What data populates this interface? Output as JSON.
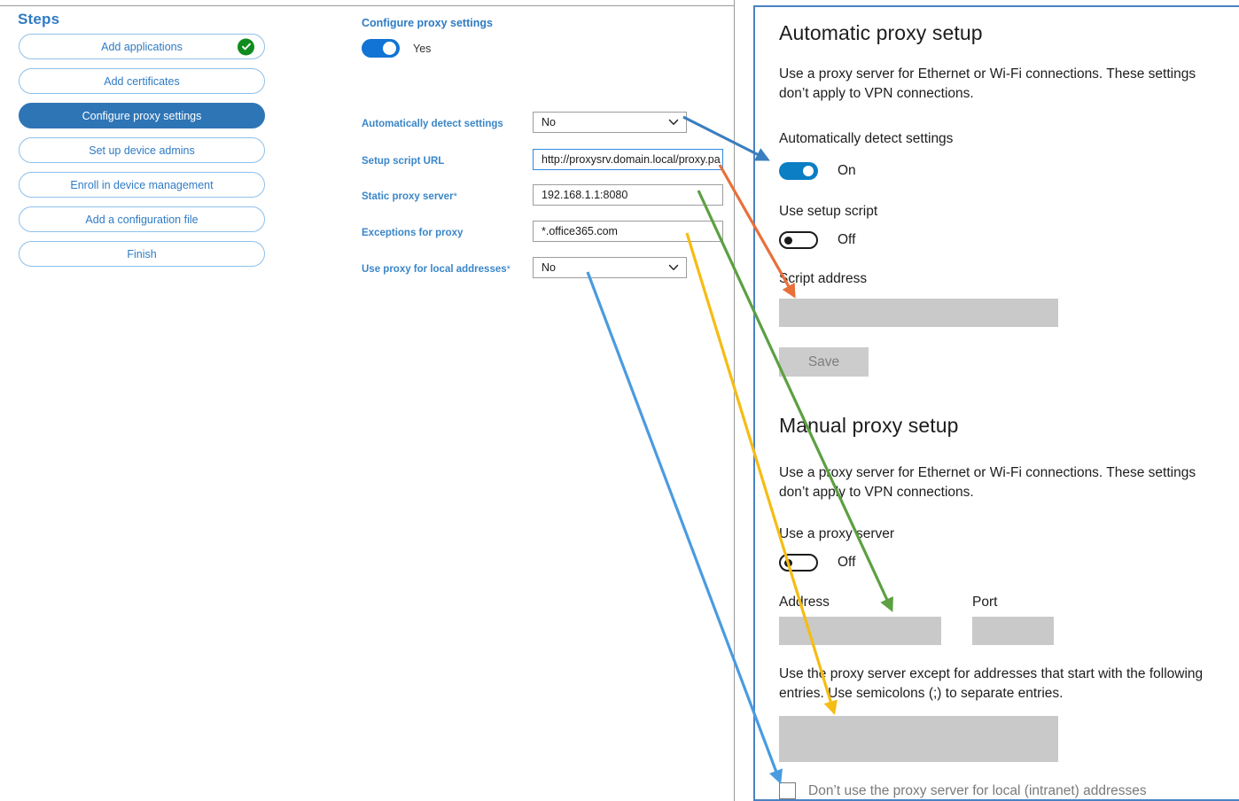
{
  "steps_panel": {
    "title": "Steps",
    "items": [
      {
        "label": "Add applications",
        "state": "complete"
      },
      {
        "label": "Add certificates",
        "state": "default"
      },
      {
        "label": "Configure proxy settings",
        "state": "active"
      },
      {
        "label": "Set up device admins",
        "state": "default"
      },
      {
        "label": "Enroll in device management",
        "state": "default"
      },
      {
        "label": "Add a configuration file",
        "state": "default"
      },
      {
        "label": "Finish",
        "state": "default"
      }
    ]
  },
  "form": {
    "heading": "Configure proxy settings",
    "master_toggle": {
      "value": "Yes",
      "state": "on"
    },
    "fields": [
      {
        "label": "Automatically detect settings",
        "required": "",
        "type": "select",
        "value": "No"
      },
      {
        "label": "Setup script URL",
        "required": "",
        "type": "text",
        "value": "http://proxysrv.domain.local/proxy.pa"
      },
      {
        "label": "Static proxy server",
        "required": "*",
        "type": "text",
        "value": "192.168.1.1:8080"
      },
      {
        "label": "Exceptions for proxy",
        "required": "",
        "type": "text",
        "value": "*.office365.com"
      },
      {
        "label": "Use proxy for local addresses",
        "required": "*",
        "type": "select",
        "value": "No"
      }
    ]
  },
  "windows_settings": {
    "automatic": {
      "heading": "Automatic proxy setup",
      "description": "Use a proxy server for Ethernet or Wi-Fi connections. These settings don’t apply to VPN connections.",
      "auto_detect_label": "Automatically detect settings",
      "auto_detect_value": "On",
      "setup_script_label": "Use setup script",
      "setup_script_value": "Off",
      "script_address_label": "Script address",
      "script_address_value": "",
      "save_label": "Save"
    },
    "manual": {
      "heading": "Manual proxy setup",
      "description": "Use a proxy server for Ethernet or Wi-Fi connections. These settings don’t apply to VPN connections.",
      "use_proxy_label": "Use a proxy server",
      "use_proxy_value": "Off",
      "address_label": "Address",
      "address_value": "",
      "port_label": "Port",
      "port_value": "",
      "exceptions_description": "Use the proxy server except for addresses that start with the following entries. Use semicolons (;) to separate entries.",
      "exceptions_value": "",
      "bypass_local_label": "Don’t use the proxy server for local (intranet) addresses"
    }
  },
  "annotations": {
    "arrows": [
      {
        "name": "auto-detect-mapping",
        "color": "#3a7ebf"
      },
      {
        "name": "setup-script-url-mapping",
        "color": "#e8703a"
      },
      {
        "name": "static-proxy-server-mapping",
        "color": "#5ba042"
      },
      {
        "name": "exceptions-mapping",
        "color": "#f5bc14"
      },
      {
        "name": "local-addresses-mapping",
        "color": "#4a9be0"
      }
    ]
  },
  "colors": {
    "accent_blue": "#2f7bc4",
    "active_step": "#2e75b6",
    "toggle_on": "#1274d4",
    "windows_toggle_on": "#0b7ec4",
    "complete_green": "#0e8c1e"
  }
}
